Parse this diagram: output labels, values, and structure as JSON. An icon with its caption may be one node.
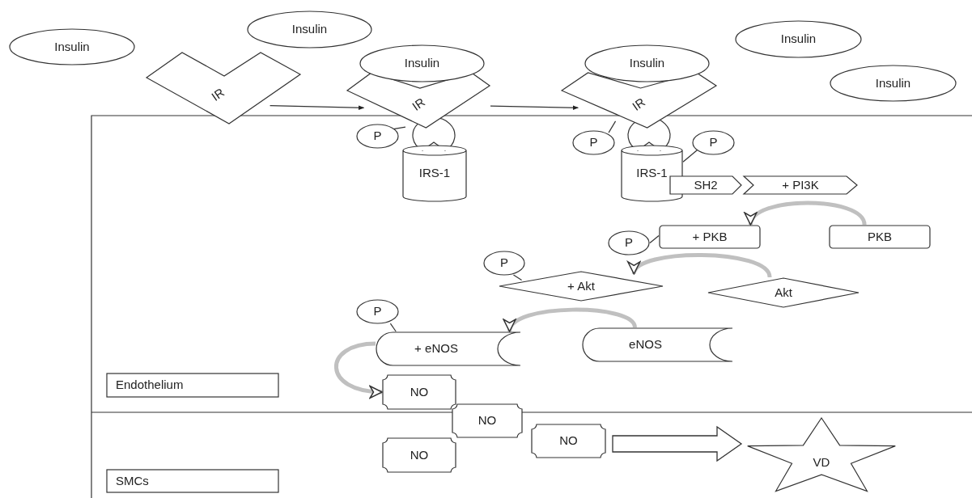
{
  "diagram": {
    "nodes": [
      {
        "text": [
          "Insulin"
        ]
      },
      {
        "text": [
          "Insulin"
        ]
      },
      {
        "text": [
          "IR"
        ]
      },
      {
        "text": [
          "Insulin"
        ]
      },
      {
        "text": [
          "IR"
        ]
      },
      {
        "text": [
          "P"
        ]
      },
      {
        "text": [
          "IRS-1"
        ]
      },
      {
        "text": [
          "Insulin"
        ]
      },
      {
        "text": [
          "IR"
        ]
      },
      {
        "text": [
          "P"
        ]
      },
      {
        "text": [
          "P"
        ]
      },
      {
        "text": [
          "IRS-1"
        ]
      },
      {
        "text": [
          "SH2"
        ]
      },
      {
        "text": [
          "+ PI3K"
        ]
      },
      {
        "text": [
          "Insulin"
        ]
      },
      {
        "text": [
          "Insulin"
        ]
      },
      {
        "text": [
          "P"
        ]
      },
      {
        "text": [
          "+ PKB"
        ]
      },
      {
        "text": [
          "PKB"
        ]
      },
      {
        "text": [
          "P"
        ]
      },
      {
        "text": [
          "+ Akt"
        ]
      },
      {
        "text": [
          "Akt"
        ]
      },
      {
        "text": [
          "P"
        ]
      },
      {
        "text": [
          "+ eNOS"
        ]
      },
      {
        "text": [
          "eNOS"
        ]
      },
      {
        "text": [
          "Endothelium"
        ]
      },
      {
        "text": [
          "NO"
        ]
      },
      {
        "text": [
          "NO"
        ]
      },
      {
        "text": [
          "NO"
        ]
      },
      {
        "text": [
          "NO"
        ]
      },
      {
        "text": [
          "VD"
        ]
      },
      {
        "text": [
          "SMCs"
        ]
      }
    ],
    "edges": [
      {
        "from": 2,
        "to": 4,
        "arrow": "to"
      },
      {
        "from": 4,
        "to": 8,
        "arrow": "to"
      },
      {
        "from": 5,
        "to": 4,
        "arrow": "none"
      },
      {
        "from": 9,
        "to": 8,
        "arrow": "none"
      },
      {
        "from": 10,
        "to": 11,
        "arrow": "none"
      },
      {
        "from": 16,
        "to": 17,
        "arrow": "none"
      },
      {
        "from": 19,
        "to": 20,
        "arrow": "none"
      },
      {
        "from": 22,
        "to": 23,
        "arrow": "none"
      },
      {
        "from": 18,
        "to": 17,
        "arrow": "to",
        "style": "thick",
        "color": "#c0c0c0"
      },
      {
        "from": 21,
        "to": 20,
        "arrow": "to",
        "style": "thick",
        "color": "#c0c0c0"
      },
      {
        "from": 24,
        "to": 23,
        "arrow": "to",
        "style": "thick",
        "color": "#c0c0c0"
      },
      {
        "from": 23,
        "to": 26,
        "arrow": "to",
        "style": "thick",
        "color": "#c0c0c0"
      },
      {
        "from": 29,
        "to": 30,
        "arrow": "to",
        "style": "thick"
      }
    ]
  }
}
